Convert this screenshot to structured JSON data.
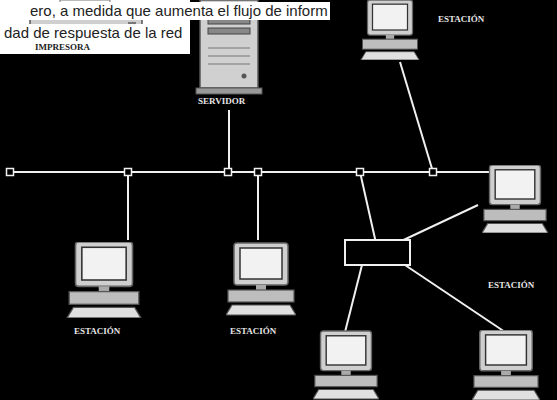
{
  "diagram": {
    "nodes": [
      {
        "text": [
          "IMPRESORA"
        ]
      },
      {
        "text": [
          "SERVIDOR"
        ]
      },
      {
        "text": [
          "ESTACIÓN"
        ]
      },
      {
        "text": [
          "ESTACIÓN"
        ]
      },
      {
        "text": [
          "ESTACIÓN"
        ]
      },
      {
        "text": [
          "ESTACIÓN"
        ]
      }
    ],
    "edges": [
      {
        "from": 1,
        "to": 3,
        "arrow": "none"
      },
      {
        "from": 1,
        "to": 4,
        "arrow": "none"
      },
      {
        "from": 1,
        "to": 2,
        "arrow": "none"
      },
      {
        "from": 1,
        "to": 5,
        "arrow": "none"
      }
    ],
    "labels": [
      "ero, a medida que aumenta el flujo de inform",
      "dad de respuesta de la red"
    ]
  }
}
